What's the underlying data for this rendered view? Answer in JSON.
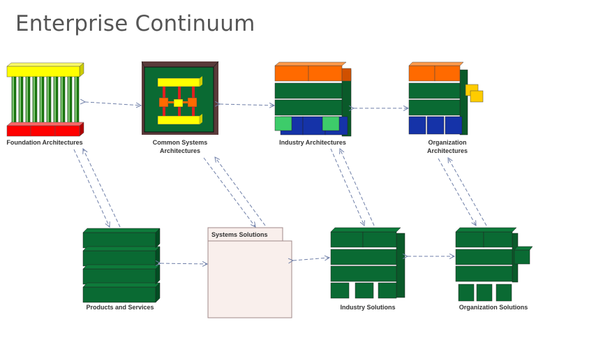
{
  "title": "Enterprise Continuum",
  "nodes": {
    "foundation": {
      "label": "Foundation Architectures"
    },
    "common": {
      "label_line1": "Common Systems",
      "label_line2": "Architectures"
    },
    "industry_arch": {
      "label": "Industry Architectures"
    },
    "organization_arch": {
      "label_line1": "Organization",
      "label_line2": "Architectures"
    },
    "products": {
      "label": "Products and Services"
    },
    "systems": {
      "label": "Systems Solutions"
    },
    "industry_sol": {
      "label": "Industry Solutions"
    },
    "organization_sol": {
      "label": "Organization Solutions"
    }
  },
  "colors": {
    "yellow": "#ffff00",
    "red": "#ff0000",
    "green": "#0a6a33",
    "dark_green": "#00531f",
    "pillar_green": "#1d7a12",
    "orange": "#ff6a00",
    "light_green": "#3dcc6a",
    "blue": "#1533a8",
    "gold": "#ffcc00",
    "connector": "#6f7fa8",
    "frame_brown": "#5a3a3a",
    "package_fill": "#f9efec",
    "package_stroke": "#a08888"
  }
}
